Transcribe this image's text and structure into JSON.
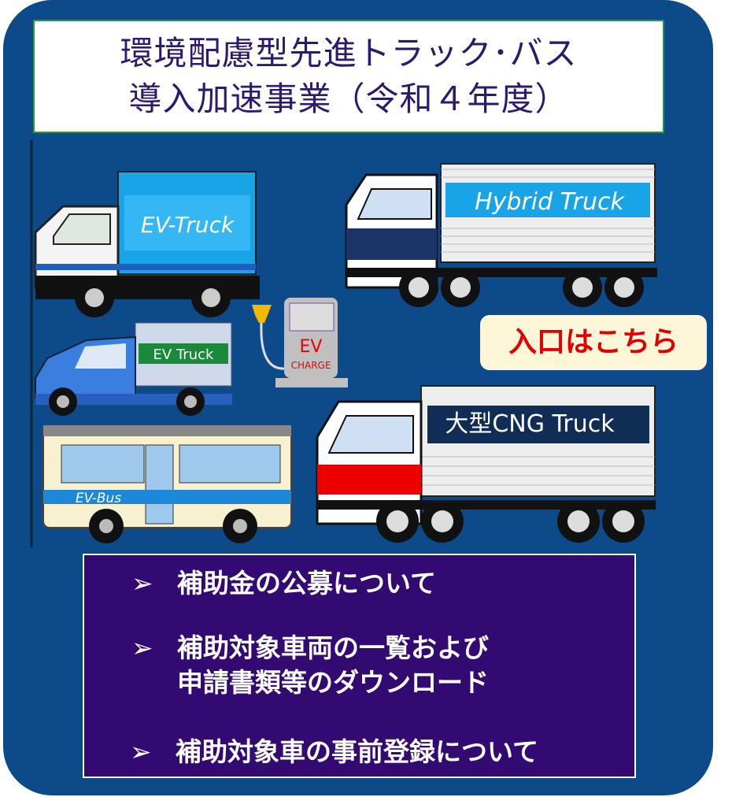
{
  "title": {
    "line1": "環境配慮型先進トラック･バス",
    "line2": "導入加速事業（令和４年度）"
  },
  "vehicles": {
    "ev_truck": "EV-Truck",
    "hybrid_truck": "Hybrid Truck",
    "small_ev_truck": "EV Truck",
    "ev_charger_main": "EV",
    "ev_charger_sub": "CHARGE",
    "cng_truck": "大型CNG Truck",
    "ev_bus": "EV-Bus"
  },
  "enter_button": "入口はこちら",
  "menu": {
    "bullet": "➢",
    "items": [
      {
        "line1": "補助金の公募について"
      },
      {
        "line1": "補助対象車両の一覧および",
        "line2": "申請書類等のダウンロード"
      },
      {
        "line1": "補助対象車の事前登録について"
      }
    ]
  },
  "colors": {
    "panel": "#0d4a8a",
    "title_text": "#2c1a6e",
    "menu_bg": "#330a72",
    "enter_text": "#e00000"
  }
}
